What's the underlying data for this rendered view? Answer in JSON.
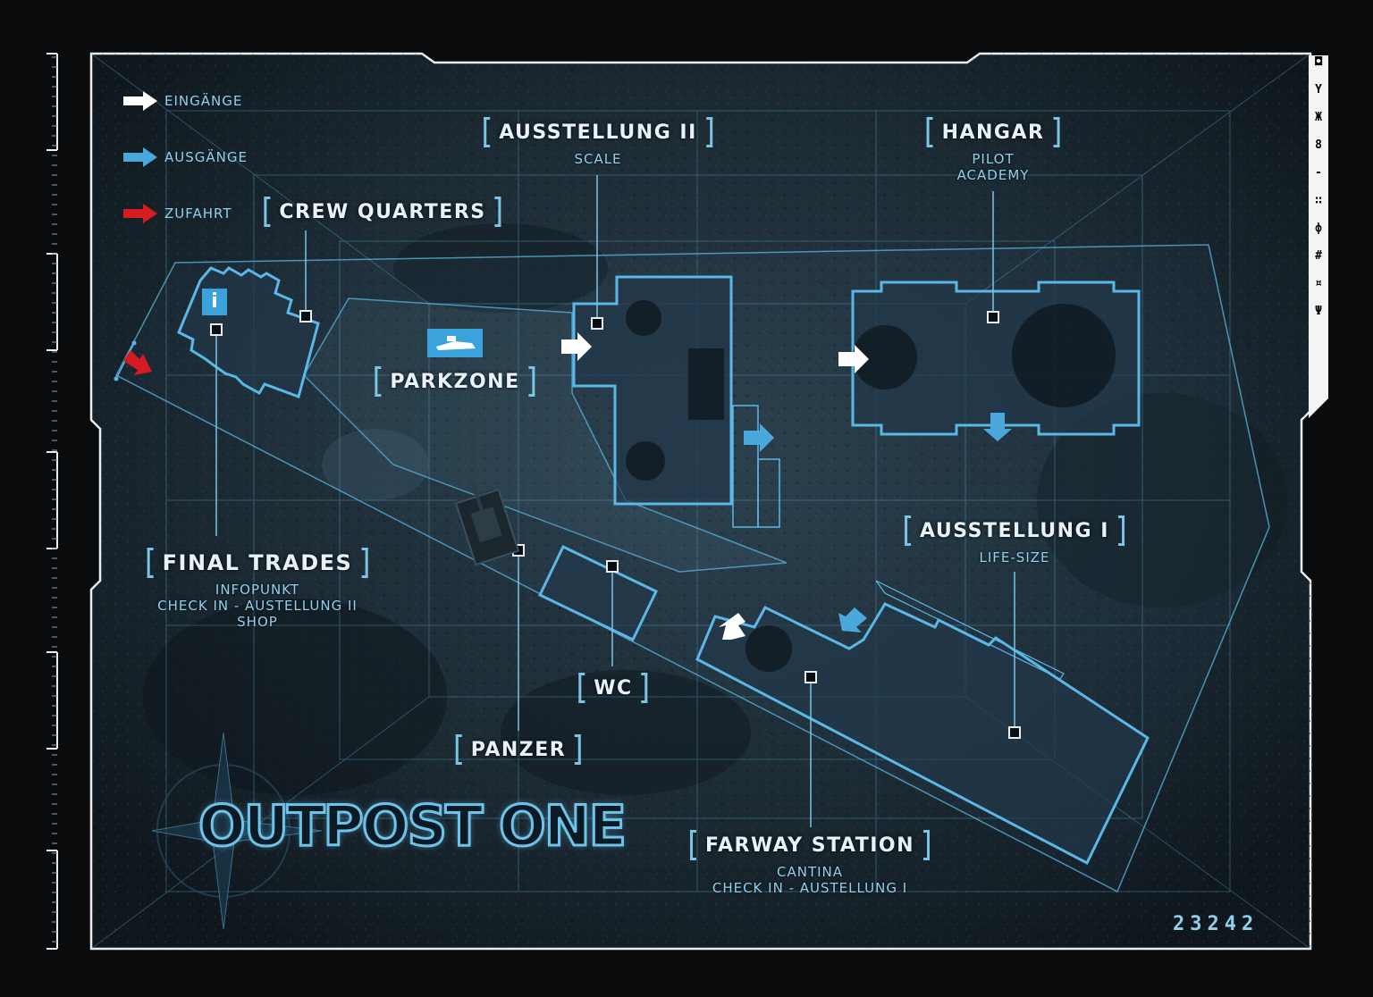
{
  "map_title": "OUTPOST ONE",
  "map_code": "23242",
  "side_glyphs": [
    "◘",
    "Y",
    "Ж",
    "8",
    "-",
    "∷",
    "ф",
    "#",
    "¤",
    "Ψ"
  ],
  "colors": {
    "background": "#0a0b0d",
    "accent": "#5bb8e6",
    "frame": "#e8eef2",
    "entrance_arrow": "#ffffff",
    "exit_arrow": "#4aa8dc",
    "access_arrow": "#d61b23"
  },
  "legend": {
    "entrances": "EINGÄNGE",
    "exits": "AUSGÄNGE",
    "access": "ZUFAHRT"
  },
  "locations": {
    "ausstellung_ii": {
      "title": "AUSSTELLUNG II",
      "sub": [
        "SCALE"
      ]
    },
    "hangar": {
      "title": "HANGAR",
      "sub": [
        "PILOT",
        "ACADEMY"
      ]
    },
    "crew_quarters": {
      "title": "CREW QUARTERS",
      "sub": []
    },
    "parkzone": {
      "title": "PARKZONE",
      "sub": []
    },
    "final_trades": {
      "title": "FINAL TRADES",
      "sub": [
        "INFOPUNKT",
        "CHECK IN - AUSTELLUNG II",
        "SHOP"
      ]
    },
    "ausstellung_i": {
      "title": "AUSSTELLUNG I",
      "sub": [
        "LIFE-SIZE"
      ]
    },
    "wc": {
      "title": "WC",
      "sub": []
    },
    "panzer": {
      "title": "PANZER",
      "sub": []
    },
    "farway_station": {
      "title": "FARWAY STATION",
      "sub": [
        "CANTINA",
        "CHECK IN - AUSTELLUNG I"
      ]
    }
  },
  "icons": {
    "info": "info-icon",
    "parking": "speeder-parking-icon",
    "compass": "compass-star-icon"
  }
}
